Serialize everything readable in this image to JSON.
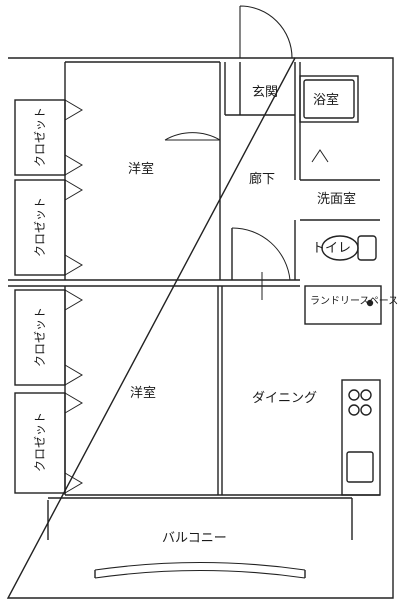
{
  "rooms": {
    "western_room_top": "洋室",
    "western_room_bottom": "洋室",
    "entrance": "玄関",
    "bathroom": "浴室",
    "hallway": "廊下",
    "washroom": "洗面室",
    "toilet": "トイレ",
    "laundry_space": "ランドリースペース",
    "dining": "ダイニング",
    "balcony": "バルコニー"
  },
  "closets": [
    "クロゼット",
    "クロゼット",
    "クロゼット",
    "クロゼット"
  ]
}
